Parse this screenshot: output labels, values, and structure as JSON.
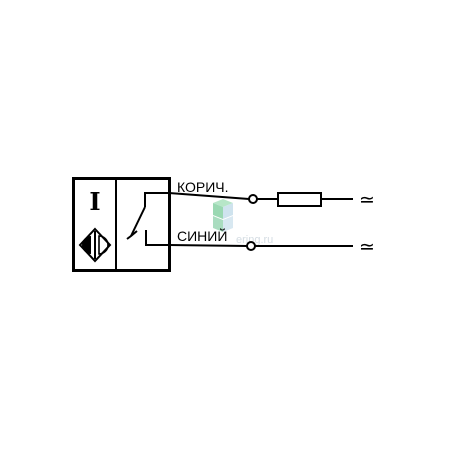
{
  "sensor": {
    "type_letter": "I"
  },
  "wires": [
    {
      "label": "КОРИЧ.",
      "terminal": "≃"
    },
    {
      "label": "СИНИЙ",
      "terminal": "≃"
    }
  ],
  "watermark": {
    "text": "ering.ru"
  },
  "colors": {
    "line": "#000000",
    "background": "#ffffff",
    "watermark_green": "#9ad8b2",
    "watermark_blue": "#cfe3ee"
  }
}
